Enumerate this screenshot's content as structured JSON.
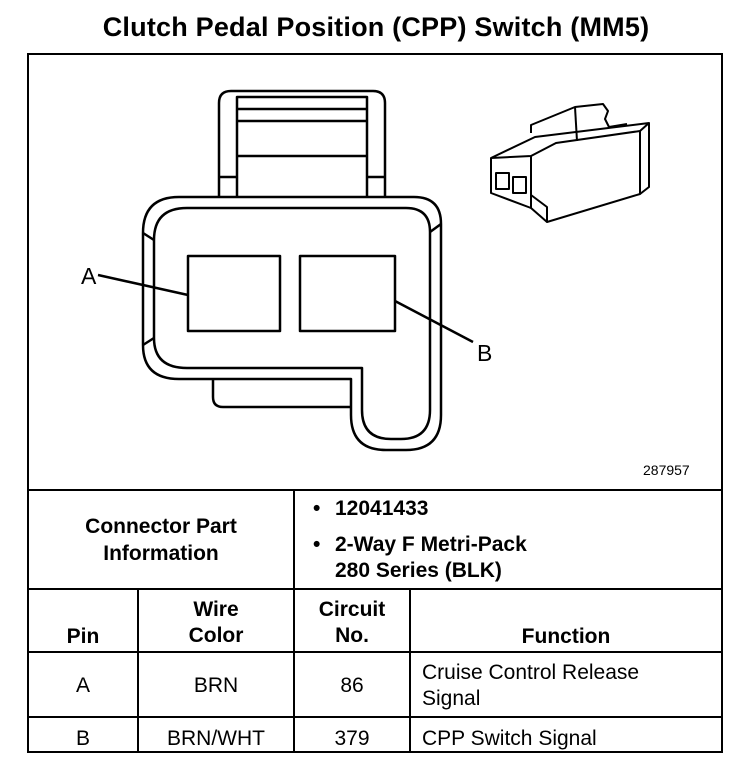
{
  "title": "Clutch Pedal Position (CPP) Switch (MM5)",
  "diagram": {
    "pin_a_label": "A",
    "pin_b_label": "B",
    "figure_number": "287957"
  },
  "connector_info": {
    "label_line1": "Connector Part",
    "label_line2": "Information",
    "part_number": "12041433",
    "description_line1": "2-Way F Metri-Pack",
    "description_line2": "280 Series (BLK)"
  },
  "table": {
    "headers": {
      "pin": "Pin",
      "wire_color_line1": "Wire",
      "wire_color_line2": "Color",
      "circuit_line1": "Circuit",
      "circuit_line2": "No.",
      "function": "Function"
    },
    "rows": [
      {
        "pin": "A",
        "wire_color": "BRN",
        "circuit": "86",
        "function_line1": "Cruise Control Release",
        "function_line2": "Signal"
      },
      {
        "pin": "B",
        "wire_color": "BRN/WHT",
        "circuit": "379",
        "function_line1": "CPP Switch Signal",
        "function_line2": ""
      }
    ]
  }
}
